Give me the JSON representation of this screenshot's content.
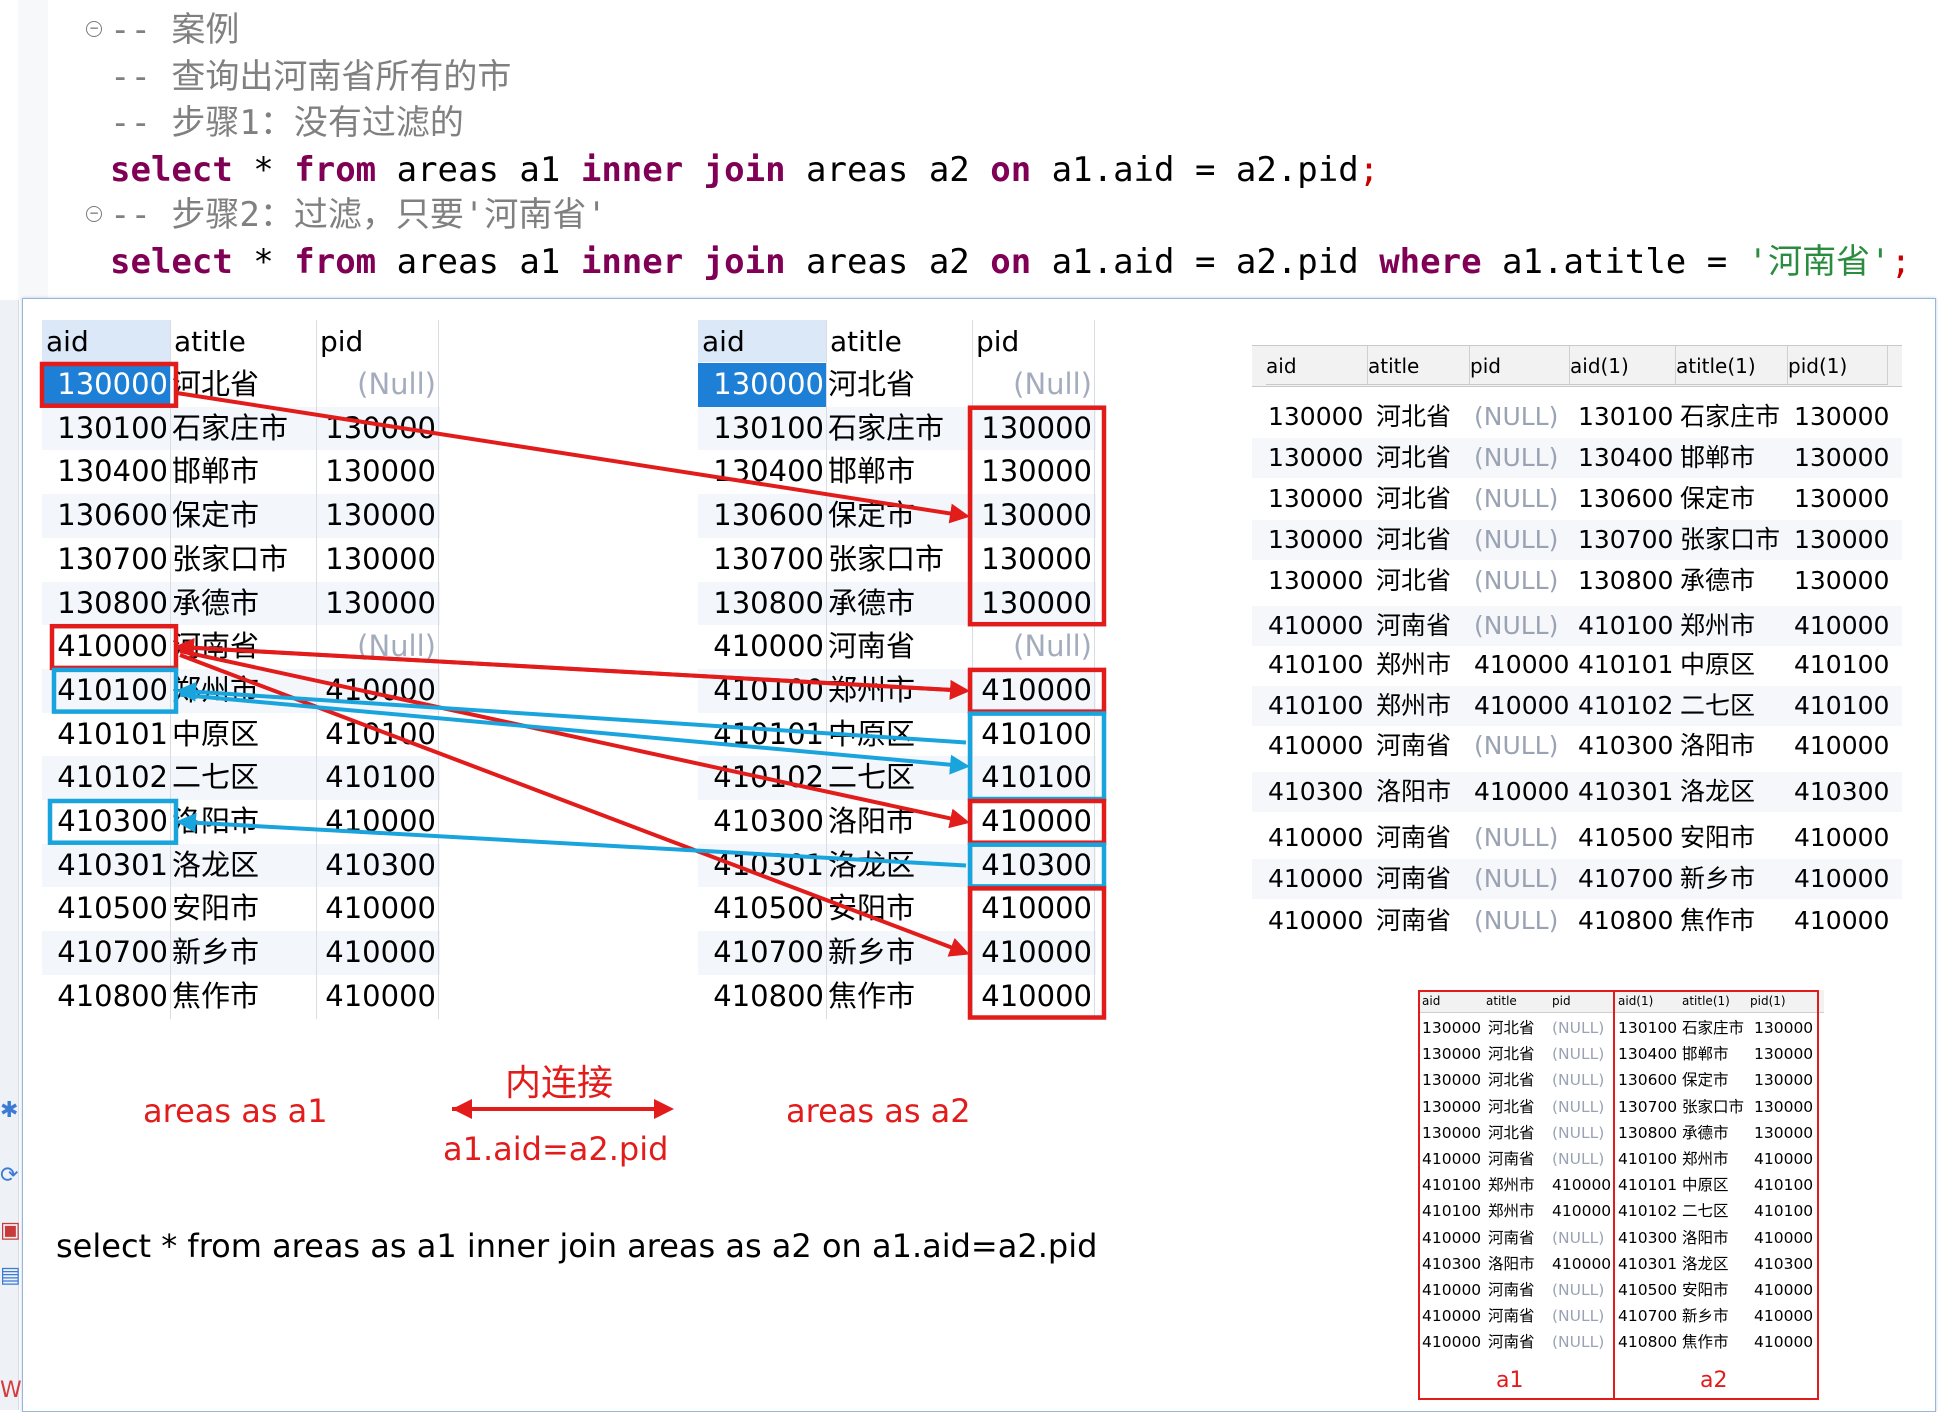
{
  "editor": {
    "lines": [
      {
        "type": "comment",
        "text": "-- 案例"
      },
      {
        "type": "comment",
        "text": "-- 查询出河南省所有的市"
      },
      {
        "type": "comment",
        "text": "-- 步骤1：没有过滤的"
      },
      {
        "type": "sql",
        "parts": [
          {
            "t": "kw",
            "v": "select"
          },
          {
            "t": "id",
            "v": " * "
          },
          {
            "t": "kw",
            "v": "from"
          },
          {
            "t": "id",
            "v": " areas a1 "
          },
          {
            "t": "kw",
            "v": "inner join"
          },
          {
            "t": "id",
            "v": " areas a2 "
          },
          {
            "t": "kw",
            "v": "on"
          },
          {
            "t": "id",
            "v": " a1.aid = a2.pid"
          },
          {
            "t": "semi",
            "v": ";"
          }
        ]
      },
      {
        "type": "comment",
        "text": "-- 步骤2：过滤，只要'河南省'"
      },
      {
        "type": "sql",
        "parts": [
          {
            "t": "kw",
            "v": "select"
          },
          {
            "t": "id",
            "v": " * "
          },
          {
            "t": "kw",
            "v": "from"
          },
          {
            "t": "id",
            "v": " areas a1 "
          },
          {
            "t": "kw",
            "v": "inner join"
          },
          {
            "t": "id",
            "v": " areas a2 "
          },
          {
            "t": "kw",
            "v": "on"
          },
          {
            "t": "id",
            "v": " a1.aid = a2.pid "
          },
          {
            "t": "kw",
            "v": "where"
          },
          {
            "t": "id",
            "v": " a1.atitle = "
          },
          {
            "t": "str",
            "v": "'河南省'"
          },
          {
            "t": "semi",
            "v": ";"
          }
        ]
      }
    ]
  },
  "table_a1": {
    "headers": [
      "aid",
      "atitle",
      "pid"
    ],
    "rows": [
      [
        "130000",
        "河北省",
        "(Null)"
      ],
      [
        "130100",
        "石家庄市",
        "130000"
      ],
      [
        "130400",
        "邯郸市",
        "130000"
      ],
      [
        "130600",
        "保定市",
        "130000"
      ],
      [
        "130700",
        "张家口市",
        "130000"
      ],
      [
        "130800",
        "承德市",
        "130000"
      ],
      [
        "410000",
        "河南省",
        "(Null)"
      ],
      [
        "410100",
        "郑州市",
        "410000"
      ],
      [
        "410101",
        "中原区",
        "410100"
      ],
      [
        "410102",
        "二七区",
        "410100"
      ],
      [
        "410300",
        "洛阳市",
        "410000"
      ],
      [
        "410301",
        "洛龙区",
        "410300"
      ],
      [
        "410500",
        "安阳市",
        "410000"
      ],
      [
        "410700",
        "新乡市",
        "410000"
      ],
      [
        "410800",
        "焦作市",
        "410000"
      ]
    ]
  },
  "table_a2": {
    "headers": [
      "aid",
      "atitle",
      "pid"
    ],
    "rows": [
      [
        "130000",
        "河北省",
        "(Null)"
      ],
      [
        "130100",
        "石家庄市",
        "130000"
      ],
      [
        "130400",
        "邯郸市",
        "130000"
      ],
      [
        "130600",
        "保定市",
        "130000"
      ],
      [
        "130700",
        "张家口市",
        "130000"
      ],
      [
        "130800",
        "承德市",
        "130000"
      ],
      [
        "410000",
        "河南省",
        "(Null)"
      ],
      [
        "410100",
        "郑州市",
        "410000"
      ],
      [
        "410101",
        "中原区",
        "410100"
      ],
      [
        "410102",
        "二七区",
        "410100"
      ],
      [
        "410300",
        "洛阳市",
        "410000"
      ],
      [
        "410301",
        "洛龙区",
        "410300"
      ],
      [
        "410500",
        "安阳市",
        "410000"
      ],
      [
        "410700",
        "新乡市",
        "410000"
      ],
      [
        "410800",
        "焦作市",
        "410000"
      ]
    ]
  },
  "result_set": {
    "headers": [
      "aid",
      "atitle",
      "pid",
      "aid(1)",
      "atitle(1)",
      "pid(1)"
    ],
    "rows": [
      [
        "130000",
        "河北省",
        "(NULL)",
        "130100",
        "石家庄市",
        "130000"
      ],
      [
        "130000",
        "河北省",
        "(NULL)",
        "130400",
        "邯郸市",
        "130000"
      ],
      [
        "130000",
        "河北省",
        "(NULL)",
        "130600",
        "保定市",
        "130000"
      ],
      [
        "130000",
        "河北省",
        "(NULL)",
        "130700",
        "张家口市",
        "130000"
      ],
      [
        "130000",
        "河北省",
        "(NULL)",
        "130800",
        "承德市",
        "130000"
      ],
      [
        "410000",
        "河南省",
        "(NULL)",
        "410100",
        "郑州市",
        "410000"
      ],
      [
        "410100",
        "郑州市",
        "410000",
        "410101",
        "中原区",
        "410100"
      ],
      [
        "410100",
        "郑州市",
        "410000",
        "410102",
        "二七区",
        "410100"
      ],
      [
        "410000",
        "河南省",
        "(NULL)",
        "410300",
        "洛阳市",
        "410000"
      ],
      [
        "410300",
        "洛阳市",
        "410000",
        "410301",
        "洛龙区",
        "410300"
      ],
      [
        "410000",
        "河南省",
        "(NULL)",
        "410500",
        "安阳市",
        "410000"
      ],
      [
        "410000",
        "河南省",
        "(NULL)",
        "410700",
        "新乡市",
        "410000"
      ],
      [
        "410000",
        "河南省",
        "(NULL)",
        "410800",
        "焦作市",
        "410000"
      ]
    ]
  },
  "small_result_set": {
    "headers": [
      "aid",
      "atitle",
      "pid",
      "aid(1)",
      "atitle(1)",
      "pid(1)"
    ],
    "rows": [
      [
        "130000",
        "河北省",
        "(NULL)",
        "130100",
        "石家庄市",
        "130000"
      ],
      [
        "130000",
        "河北省",
        "(NULL)",
        "130400",
        "邯郸市",
        "130000"
      ],
      [
        "130000",
        "河北省",
        "(NULL)",
        "130600",
        "保定市",
        "130000"
      ],
      [
        "130000",
        "河北省",
        "(NULL)",
        "130700",
        "张家口市",
        "130000"
      ],
      [
        "130000",
        "河北省",
        "(NULL)",
        "130800",
        "承德市",
        "130000"
      ],
      [
        "410000",
        "河南省",
        "(NULL)",
        "410100",
        "郑州市",
        "410000"
      ],
      [
        "410100",
        "郑州市",
        "410000",
        "410101",
        "中原区",
        "410100"
      ],
      [
        "410100",
        "郑州市",
        "410000",
        "410102",
        "二七区",
        "410100"
      ],
      [
        "410000",
        "河南省",
        "(NULL)",
        "410300",
        "洛阳市",
        "410000"
      ],
      [
        "410300",
        "洛阳市",
        "410000",
        "410301",
        "洛龙区",
        "410300"
      ],
      [
        "410000",
        "河南省",
        "(NULL)",
        "410500",
        "安阳市",
        "410000"
      ],
      [
        "410000",
        "河南省",
        "(NULL)",
        "410700",
        "新乡市",
        "410000"
      ],
      [
        "410000",
        "河南省",
        "(NULL)",
        "410800",
        "焦作市",
        "410000"
      ]
    ],
    "label_left": "a1",
    "label_right": "a2"
  },
  "annotations": {
    "a1_prefix": "areas as ",
    "a1_alias": "a1",
    "a2_prefix": "areas as ",
    "a2_alias": "a2",
    "join_label": "内连接",
    "join_condition": "a1.aid=a2.pid",
    "sql_statement": "select * from areas as a1 inner join areas as a2 on a1.aid=a2.pid"
  },
  "colors": {
    "red": "#e21b1b",
    "blue": "#19a4dd",
    "keyword": "#7f0055",
    "comment": "#808080",
    "string": "#2a8c3e",
    "selection": "#1e7fd6",
    "null_text": "#a3acbd"
  }
}
